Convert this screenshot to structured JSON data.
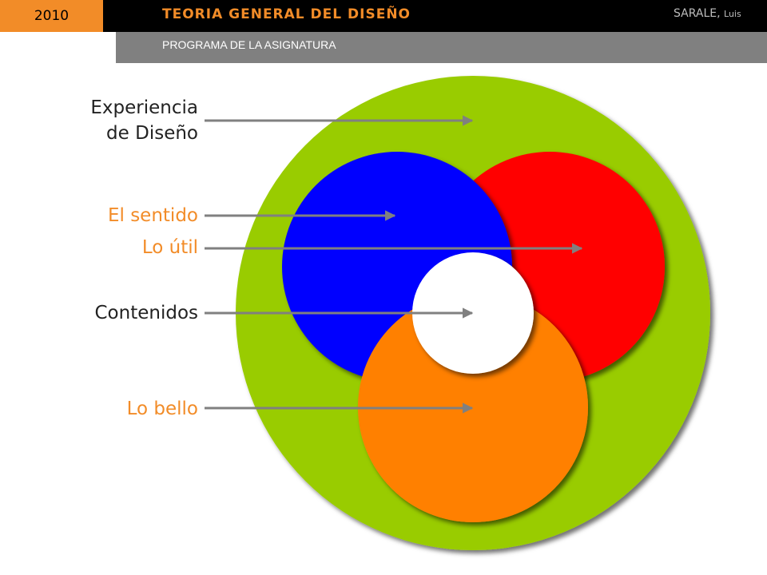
{
  "header": {
    "year": "2010",
    "course_title": "TEORIA GENERAL DEL DISEÑO",
    "author_surname": "SARALE,",
    "author_given": "Luis",
    "subtitle": "PROGRAMA DE LA ASIGNATURA"
  },
  "diagram": {
    "labels": {
      "experiencia_line1": "Experiencia",
      "experiencia_line2": "de Diseño",
      "el_sentido": "El sentido",
      "lo_util": "Lo útil",
      "contenidos": "Contenidos",
      "lo_bello": "Lo bello"
    },
    "colors": {
      "outer_circle": "#99cc00",
      "blue_circle": "#0000ff",
      "red_circle": "#ff0000",
      "orange_circle": "#ff8000",
      "center_circle": "#ffffff",
      "arrows": "#808080",
      "header_accent": "#f28c28"
    }
  }
}
